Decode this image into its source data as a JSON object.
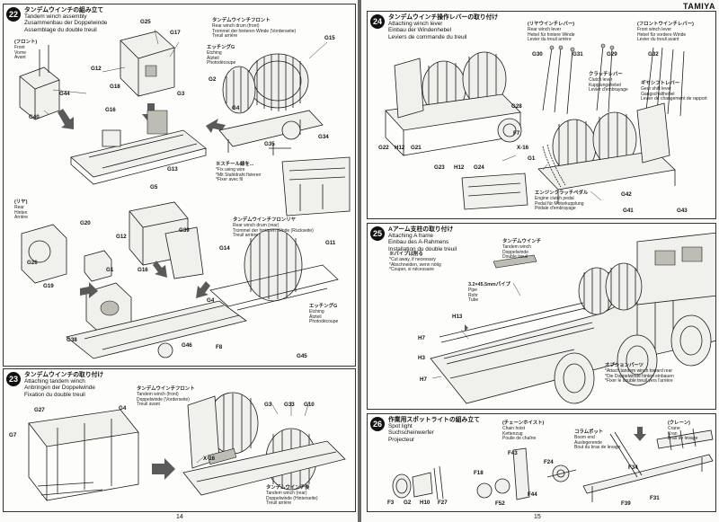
{
  "brand": "TAMIYA",
  "pages": {
    "left_no": "14",
    "right_no": "15"
  },
  "steps": [
    {
      "number": "22",
      "title_jp": "タンデムウインチの組み立て",
      "title_lines": [
        "Tandem winch assembly",
        "Zusammenbau der Doppelwinde",
        "Assemblage du double treuil"
      ],
      "notes": [
        {
          "jp": "(フロント)",
          "lines": [
            "Front",
            "Vorne",
            "Avant"
          ]
        },
        {
          "jp": "タンデムウインチフロント",
          "lines": [
            "Rear winch drum (front)",
            "Trommel der hinteren Winde (Vorderseite)",
            "Treuil arrière"
          ]
        },
        {
          "jp": "エッチングG",
          "lines": [
            "Etching",
            "Ätzteil",
            "Photodécoupe"
          ]
        },
        {
          "jp": "※スチール線を...",
          "lines": [
            "*Fix using wire",
            "*Mit Stahldraht fixieren",
            "*Fixer avec fil"
          ]
        },
        {
          "jp": "(リヤ)",
          "lines": [
            "Rear",
            "Hinten",
            "Arrière"
          ]
        },
        {
          "jp": "タンデムウインチフロンリヤ",
          "lines": [
            "Rear winch drum (rear)",
            "Trommel der hinteren Winde (Rückseite)",
            "Treuil arrière"
          ]
        },
        {
          "jp": "エッチングG",
          "lines": [
            "Etching",
            "Ätzteil",
            "Photodécoupe"
          ]
        }
      ],
      "parts": [
        "G25",
        "G17",
        "G15",
        "G12",
        "G18",
        "G3",
        "G44",
        "G40",
        "G16",
        "G2",
        "G4",
        "G13",
        "G5",
        "G35",
        "G34",
        "G20",
        "G12",
        "G39",
        "G14",
        "G11",
        "G26",
        "G1",
        "G16",
        "G19",
        "G4",
        "G38",
        "G46",
        "F8",
        "G45"
      ]
    },
    {
      "number": "23",
      "title_jp": "タンデムウインチの取り付け",
      "title_lines": [
        "Attaching tandem winch",
        "Anbringen der Doppelwinde",
        "Fixation du double treuil"
      ],
      "notes": [
        {
          "jp": "タンデムウインチフロント",
          "lines": [
            "Tandem winch (front)",
            "Doppelwinde (Vorderseite)",
            "Treuil avant"
          ]
        },
        {
          "jp": "タンデムウインチ後",
          "lines": [
            "Tandem winch (rear)",
            "Doppelwinde (Hinterseite)",
            "Treuil arrière"
          ]
        }
      ],
      "parts": [
        "G27",
        "G4",
        "G7",
        "G3",
        "G33",
        "G10",
        "X-16"
      ]
    },
    {
      "number": "24",
      "title_jp": "タンデムウインチ操作レバーの取り付け",
      "title_lines": [
        "Attaching winch lever",
        "Einbau der Windenhebel",
        "Leviers de commande du treuil"
      ],
      "notes": [
        {
          "jp": "(リヤウインチレバー)",
          "lines": [
            "Rear winch lever",
            "Hebel für hintere Winde",
            "Levier du treuil arrière"
          ]
        },
        {
          "jp": "(フロントウインチレバー)",
          "lines": [
            "Front winch lever",
            "Hebel für vordere Winde",
            "Levier du treuil avant"
          ]
        },
        {
          "jp": "クラッチレバー",
          "lines": [
            "Clutch lever",
            "Kupplungshebel",
            "Levier d'embrayage"
          ]
        },
        {
          "jp": "ギヤシフトレバー",
          "lines": [
            "Gear shift lever",
            "Gangschalthebel",
            "Levier de changement de rapport"
          ]
        },
        {
          "jp": "エンジンクラッチペダル",
          "lines": [
            "Engine clutch pedal",
            "Pedal für Motorkupplung",
            "Pédale d'embrayage"
          ]
        }
      ],
      "parts": [
        "G30",
        "G31",
        "G29",
        "G32",
        "G28",
        "F7",
        "G22",
        "H12",
        "G21",
        "G23",
        "H12",
        "G24",
        "X-16",
        "G1",
        "G42",
        "G41",
        "G43"
      ]
    },
    {
      "number": "25",
      "title_jp": "Aアーム支柱の取り付け",
      "title_lines": [
        "Attaching A frame",
        "Einbau des A-Rahmens",
        "Installation du double treuil"
      ],
      "notes": [
        {
          "jp": "タンデムウインチ",
          "lines": [
            "Tandem winch",
            "Doppelwinde",
            "Double treuil"
          ]
        },
        {
          "jp": "※パイプは削る",
          "lines": [
            "*Cut away, if necessary",
            "*Abschneiden, wenn nötig",
            "*Couper, si nécessaire"
          ]
        },
        {
          "jp": "3.2×45.5mmパイプ",
          "lines": [
            "Pipe",
            "Rohr",
            "Tube"
          ]
        },
        {
          "jp": "オプションパーツ",
          "lines": [
            "*Attach tandem winch toward rear",
            "*Die Doppelwinde hinten einbauen",
            "*Fixer le double treuil vers l'arrière"
          ]
        }
      ],
      "parts": [
        "H13",
        "H7",
        "H3",
        "H7"
      ]
    },
    {
      "number": "26",
      "title_jp": "作業用スポットライトの組み立て",
      "title_lines": [
        "Spot light",
        "Suchscheinwerfer",
        "Projecteur"
      ],
      "notes": [
        {
          "jp": "(チェーンホイスト)",
          "lines": [
            "Chain hoist",
            "Kettenzug",
            "Poulie de chaîne"
          ]
        },
        {
          "jp": "(クレーン)",
          "lines": [
            "Crane",
            "Kran",
            "Bras de levage"
          ]
        },
        {
          "jp": "コラムポット",
          "lines": [
            "Boom end",
            "Auslegerende",
            "Bout du bras de levage"
          ]
        }
      ],
      "parts": [
        "F3",
        "G2",
        "H10",
        "F27",
        "F18",
        "F52",
        "F43",
        "F44",
        "F24",
        "F34",
        "F31",
        "F39"
      ]
    }
  ],
  "icon_names": [
    "winch-drum-icon",
    "chassis-frame-icon",
    "lever-icon",
    "truck-body-icon",
    "spotlight-icon",
    "crane-icon",
    "tire-icon"
  ]
}
